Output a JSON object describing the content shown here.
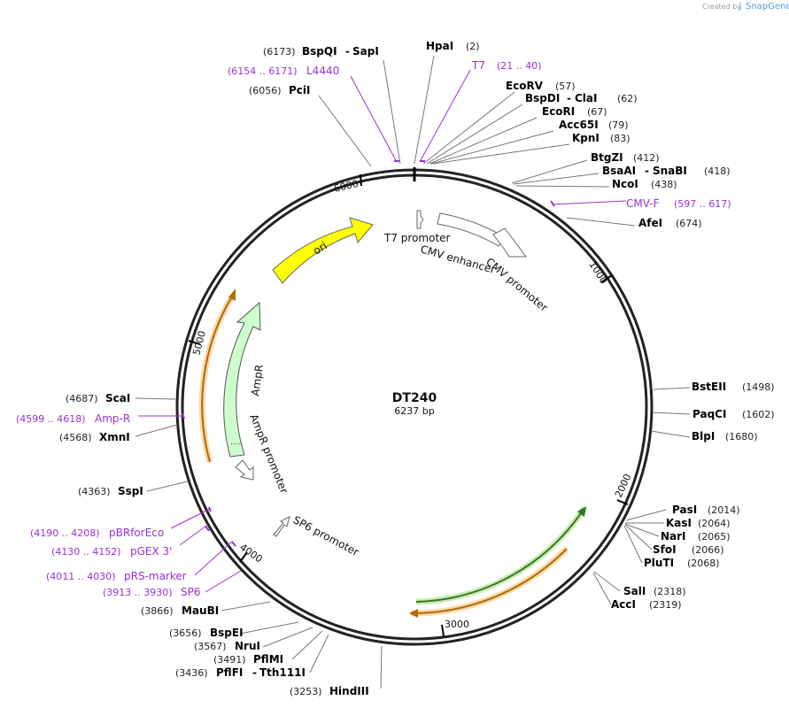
{
  "credit": {
    "text": "Created by",
    "brand": "SnapGene"
  },
  "plasmid": {
    "name": "DT240",
    "length": "6237 bp",
    "total_bp": 6237
  },
  "ticks": [
    "1000",
    "2000",
    "3000",
    "4000",
    "5000",
    "6000"
  ],
  "enzymes": [
    {
      "id": "bspqi",
      "parts": [
        {
          "t": "(6173)",
          "c": "pos"
        },
        {
          "t": "BspQI",
          "c": "enz"
        },
        {
          "t": "-",
          "c": "enz"
        },
        {
          "t": "SapI",
          "c": "enz"
        }
      ],
      "site": 6173
    },
    {
      "id": "hpai",
      "parts": [
        {
          "t": "HpaI",
          "c": "enz"
        },
        {
          "t": "(2)",
          "c": "pos"
        }
      ],
      "site": 2
    },
    {
      "id": "l4440",
      "parts": [
        {
          "t": "(6154 .. 6171)",
          "c": "prmpos"
        },
        {
          "t": "L4440",
          "c": "prm"
        }
      ],
      "site": 6162,
      "primer": true
    },
    {
      "id": "t7",
      "parts": [
        {
          "t": "T7",
          "c": "prm"
        },
        {
          "t": "(21 .. 40)",
          "c": "prmpos"
        }
      ],
      "site": 30,
      "primer": true
    },
    {
      "id": "ecorv",
      "parts": [
        {
          "t": "EcoRV",
          "c": "enz"
        },
        {
          "t": "(57)",
          "c": "pos"
        }
      ],
      "site": 57
    },
    {
      "id": "pcii",
      "parts": [
        {
          "t": "(6056)",
          "c": "pos"
        },
        {
          "t": "PciI",
          "c": "enz"
        }
      ],
      "site": 6056
    },
    {
      "id": "bspdi",
      "parts": [
        {
          "t": "BspDI",
          "c": "enz"
        },
        {
          "t": "-",
          "c": "enz"
        },
        {
          "t": "ClaI",
          "c": "enz"
        },
        {
          "t": "(62)",
          "c": "pos"
        }
      ],
      "site": 62
    },
    {
      "id": "ecori",
      "parts": [
        {
          "t": "EcoRI",
          "c": "enz"
        },
        {
          "t": "(67)",
          "c": "pos"
        }
      ],
      "site": 67
    },
    {
      "id": "acc65i",
      "parts": [
        {
          "t": "Acc65I",
          "c": "enz"
        },
        {
          "t": "(79)",
          "c": "pos"
        }
      ],
      "site": 79
    },
    {
      "id": "kpni",
      "parts": [
        {
          "t": "KpnI",
          "c": "enz"
        },
        {
          "t": "(83)",
          "c": "pos"
        }
      ],
      "site": 83
    },
    {
      "id": "btgzi",
      "parts": [
        {
          "t": "BtgZI",
          "c": "enz"
        },
        {
          "t": "(412)",
          "c": "pos"
        }
      ],
      "site": 412
    },
    {
      "id": "bsaai",
      "parts": [
        {
          "t": "BsaAI",
          "c": "enz"
        },
        {
          "t": "-",
          "c": "enz"
        },
        {
          "t": "SnaBI",
          "c": "enz"
        },
        {
          "t": "(418)",
          "c": "pos"
        }
      ],
      "site": 418
    },
    {
      "id": "ncoi",
      "parts": [
        {
          "t": "NcoI",
          "c": "enz"
        },
        {
          "t": "(438)",
          "c": "pos"
        }
      ],
      "site": 438
    },
    {
      "id": "cmvf",
      "parts": [
        {
          "t": "CMV-F",
          "c": "prm"
        },
        {
          "t": "(597 .. 617)",
          "c": "prmpos"
        }
      ],
      "site": 607,
      "primer": true
    },
    {
      "id": "afei",
      "parts": [
        {
          "t": "AfeI",
          "c": "enz"
        },
        {
          "t": "(674)",
          "c": "pos"
        }
      ],
      "site": 674
    },
    {
      "id": "bsteii",
      "parts": [
        {
          "t": "BstEII",
          "c": "enz"
        },
        {
          "t": "(1498)",
          "c": "pos"
        }
      ],
      "site": 1498
    },
    {
      "id": "paqci",
      "parts": [
        {
          "t": "PaqCI",
          "c": "enz"
        },
        {
          "t": "(1602)",
          "c": "pos"
        }
      ],
      "site": 1602
    },
    {
      "id": "blpi",
      "parts": [
        {
          "t": "BlpI",
          "c": "enz"
        },
        {
          "t": "(1680)",
          "c": "pos"
        }
      ],
      "site": 1680
    },
    {
      "id": "pasi",
      "parts": [
        {
          "t": "PasI",
          "c": "enz"
        },
        {
          "t": "(2014)",
          "c": "pos"
        }
      ],
      "site": 2014
    },
    {
      "id": "kasi",
      "parts": [
        {
          "t": "KasI",
          "c": "enz"
        },
        {
          "t": "(2064)",
          "c": "pos"
        }
      ],
      "site": 2064
    },
    {
      "id": "nari",
      "parts": [
        {
          "t": "NarI",
          "c": "enz"
        },
        {
          "t": "(2065)",
          "c": "pos"
        }
      ],
      "site": 2065
    },
    {
      "id": "sfoi",
      "parts": [
        {
          "t": "SfoI",
          "c": "enz"
        },
        {
          "t": "(2066)",
          "c": "pos"
        }
      ],
      "site": 2066
    },
    {
      "id": "pluti",
      "parts": [
        {
          "t": "PluTI",
          "c": "enz"
        },
        {
          "t": "(2068)",
          "c": "pos"
        }
      ],
      "site": 2068
    },
    {
      "id": "sali",
      "parts": [
        {
          "t": "SalI",
          "c": "enz"
        },
        {
          "t": "(2318)",
          "c": "pos"
        }
      ],
      "site": 2318
    },
    {
      "id": "acci",
      "parts": [
        {
          "t": "AccI",
          "c": "enz"
        },
        {
          "t": "(2319)",
          "c": "pos"
        }
      ],
      "site": 2319
    },
    {
      "id": "hindiii",
      "parts": [
        {
          "t": "(3253)",
          "c": "pos"
        },
        {
          "t": "HindIII",
          "c": "enz"
        }
      ],
      "site": 3253
    },
    {
      "id": "pflfi",
      "parts": [
        {
          "t": "(3436)",
          "c": "pos"
        },
        {
          "t": "PflFI",
          "c": "enz"
        },
        {
          "t": "-",
          "c": "enz"
        },
        {
          "t": "Tth111I",
          "c": "enz"
        }
      ],
      "site": 3436
    },
    {
      "id": "pflmi",
      "parts": [
        {
          "t": "(3491)",
          "c": "pos"
        },
        {
          "t": "PflMI",
          "c": "enz"
        }
      ],
      "site": 3491
    },
    {
      "id": "nrui",
      "parts": [
        {
          "t": "(3567)",
          "c": "pos"
        },
        {
          "t": "NruI",
          "c": "enz"
        }
      ],
      "site": 3567
    },
    {
      "id": "bspei",
      "parts": [
        {
          "t": "(3656)",
          "c": "pos"
        },
        {
          "t": "BspEI",
          "c": "enz"
        }
      ],
      "site": 3656
    },
    {
      "id": "maubi",
      "parts": [
        {
          "t": "(3866)",
          "c": "pos"
        },
        {
          "t": "MauBI",
          "c": "enz"
        }
      ],
      "site": 3866
    },
    {
      "id": "sp6",
      "parts": [
        {
          "t": "(3913 .. 3930)",
          "c": "prmpos"
        },
        {
          "t": "SP6",
          "c": "prm"
        }
      ],
      "site": 3921,
      "primer": true
    },
    {
      "id": "prsmarker",
      "parts": [
        {
          "t": "(4011 .. 4030)",
          "c": "prmpos"
        },
        {
          "t": "pRS-marker",
          "c": "prm"
        }
      ],
      "site": 4020,
      "primer": true
    },
    {
      "id": "pgex3",
      "parts": [
        {
          "t": "(4130 .. 4152)",
          "c": "prmpos"
        },
        {
          "t": "pGEX 3'",
          "c": "prm"
        }
      ],
      "site": 4141,
      "primer": true
    },
    {
      "id": "pbrforeco",
      "parts": [
        {
          "t": "(4190 .. 4208)",
          "c": "prmpos"
        },
        {
          "t": "pBRforEco",
          "c": "prm"
        }
      ],
      "site": 4199,
      "primer": true
    },
    {
      "id": "sspi",
      "parts": [
        {
          "t": "(4363)",
          "c": "pos"
        },
        {
          "t": "SspI",
          "c": "enz"
        }
      ],
      "site": 4363
    },
    {
      "id": "xmni",
      "parts": [
        {
          "t": "(4568)",
          "c": "pos"
        },
        {
          "t": "XmnI",
          "c": "enz"
        }
      ],
      "site": 4568
    },
    {
      "id": "ampr_primer",
      "parts": [
        {
          "t": "(4599 .. 4618)",
          "c": "prmpos"
        },
        {
          "t": "Amp-R",
          "c": "prm"
        }
      ],
      "site": 4608,
      "primer": true
    },
    {
      "id": "scai",
      "parts": [
        {
          "t": "(4687)",
          "c": "pos"
        },
        {
          "t": "ScaI",
          "c": "enz"
        }
      ],
      "site": 4687
    }
  ],
  "features": [
    {
      "id": "ori",
      "label": "ori",
      "color": "#ffff00",
      "start": 5500,
      "end": 6000
    },
    {
      "id": "ampr",
      "label": "AmpR",
      "color": "#ccffcc",
      "start": 4550,
      "end": 5420
    },
    {
      "id": "ampr_promoter",
      "label": "AmpR promoter",
      "color": "#ffffff"
    },
    {
      "id": "t7_promoter",
      "label": "T7 promoter",
      "color": "#ffffff"
    },
    {
      "id": "cmv_enhancer",
      "label": "CMV enhancer",
      "color": "#ffffff"
    },
    {
      "id": "cmv_promoter",
      "label": "CMV promoter",
      "color": "#ffffff"
    },
    {
      "id": "sp6_promoter",
      "label": "SP6 promoter",
      "color": "#ffffff"
    }
  ],
  "colors": {
    "backbone": "#222222",
    "primer": "#9b30d8",
    "orf_orange": "#e8a040",
    "orf_green": "#3a8c2a"
  }
}
